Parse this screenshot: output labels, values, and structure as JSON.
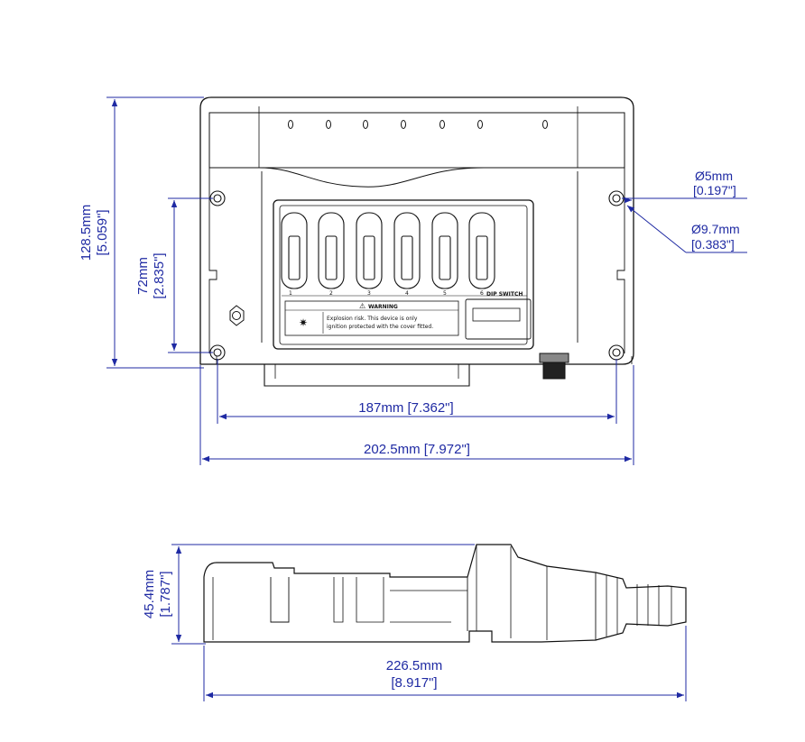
{
  "colors": {
    "dimension": "#1f2aa3",
    "outline": "#111111"
  },
  "front_view": {
    "height_overall": {
      "mm": "128.5mm",
      "inch": "[5.059\"]"
    },
    "hole_spacing_vertical": {
      "mm": "72mm",
      "inch": "[2.835\"]"
    },
    "hole_spacing_horizontal": "187mm [7.362\"]",
    "width_overall": "202.5mm [7.972\"]",
    "hole_diameter": {
      "mm": "Ø5mm",
      "inch": "[0.197\"]"
    },
    "counterbore_diameter": {
      "mm": "Ø9.7mm",
      "inch": "[0.383\"]"
    },
    "slot_numbers": [
      "1",
      "2",
      "3",
      "4",
      "5",
      "6"
    ],
    "dip_switch_label": "DIP SWITCH",
    "warning_title": "WARNING",
    "warning_text_line1": "Explosion risk. This device is only",
    "warning_text_line2": "ignition protected with the cover fitted."
  },
  "side_view": {
    "height": {
      "mm": "45.4mm",
      "inch": "[1.787\"]"
    },
    "length": {
      "mm": "226.5mm",
      "inch": "[8.917\"]"
    }
  }
}
